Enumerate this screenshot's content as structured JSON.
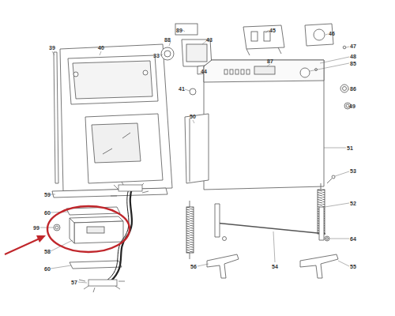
{
  "diagram": {
    "labels": [
      "89",
      "88",
      "43",
      "45",
      "46",
      "47",
      "39",
      "40",
      "33",
      "44",
      "87",
      "48",
      "85",
      "41",
      "86",
      "49",
      "50",
      "51",
      "53",
      "52",
      "59",
      "60",
      "99",
      "58",
      "60",
      "57",
      "56",
      "54",
      "64",
      "55"
    ]
  }
}
